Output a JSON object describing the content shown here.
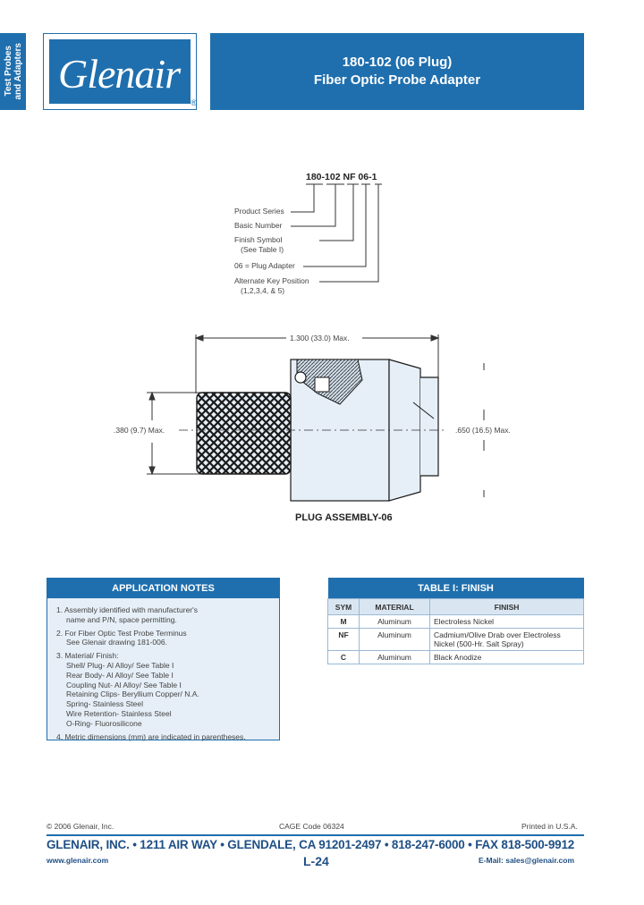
{
  "side_tab": {
    "label": "Test Probes\nand Adapters"
  },
  "logo": {
    "text": "Glenair",
    "registered": "®"
  },
  "header": {
    "title_line1": "180-102 (06 Plug)",
    "title_line2": "Fiber Optic Probe Adapter"
  },
  "part_number": {
    "segments": [
      "180",
      "102",
      "NF",
      "06",
      "1"
    ],
    "callouts": [
      {
        "label": "Product Series"
      },
      {
        "label": "Basic Number"
      },
      {
        "label": "Finish Symbol",
        "sub": "(See Table I)"
      },
      {
        "label": "06 = Plug Adapter"
      },
      {
        "label": "Alternate Key Position",
        "sub": "(1,2,3,4, & 5)"
      }
    ]
  },
  "drawing": {
    "overall_length": "1.300 (33.0) Max.",
    "left_diameter": ".380 (9.7) Max.",
    "right_diameter": ".650 (16.5) Max.",
    "caption": "PLUG ASSEMBLY-06"
  },
  "application_notes": {
    "title": "APPLICATION NOTES",
    "items": [
      {
        "lines": [
          "1. Assembly identified with manufacturer's",
          "name and P/N, space permitting."
        ]
      },
      {
        "lines": [
          "2. For Fiber Optic Test Probe Terminus",
          "See Glenair drawing 181-006."
        ]
      },
      {
        "lines": [
          "3. Material/ Finish:",
          "Shell/ Plug- Al Alloy/ See Table I",
          "Rear Body- Al Alloy/ See Table I",
          "Coupling Nut- Al Alloy/ See Table I",
          "Retaining Clips- Beryllium Copper/ N.A.",
          "Spring- Stainless Steel",
          "Wire Retention- Stainless Steel",
          "O-Ring- Fluorosilicone"
        ]
      },
      {
        "lines": [
          "4. Metric dimensions (mm) are indicated in parentheses."
        ]
      }
    ]
  },
  "finish_table": {
    "title": "TABLE I: FINISH",
    "headers": [
      "SYM",
      "MATERIAL",
      "FINISH"
    ],
    "rows": [
      {
        "sym": "M",
        "material": "Aluminum",
        "finish": "Electroless Nickel"
      },
      {
        "sym": "NF",
        "material": "Aluminum",
        "finish": "Cadmium/Olive Drab over Electroless Nickel (500-Hr. Salt Spray)"
      },
      {
        "sym": "C",
        "material": "Aluminum",
        "finish": "Black Anodize"
      }
    ]
  },
  "footer": {
    "copyright": "© 2006 Glenair, Inc.",
    "cage": "CAGE Code 06324",
    "printed": "Printed in U.S.A.",
    "address": "GLENAIR, INC. • 1211 AIR WAY • GLENDALE, CA 91201-2497 • 818-247-6000 • FAX 818-500-9912",
    "website": "www.glenair.com",
    "page": "L-24",
    "email": "E-Mail: sales@glenair.com"
  },
  "colors": {
    "brand_blue": "#1f6fae",
    "notes_bg": "#e6eff7"
  }
}
